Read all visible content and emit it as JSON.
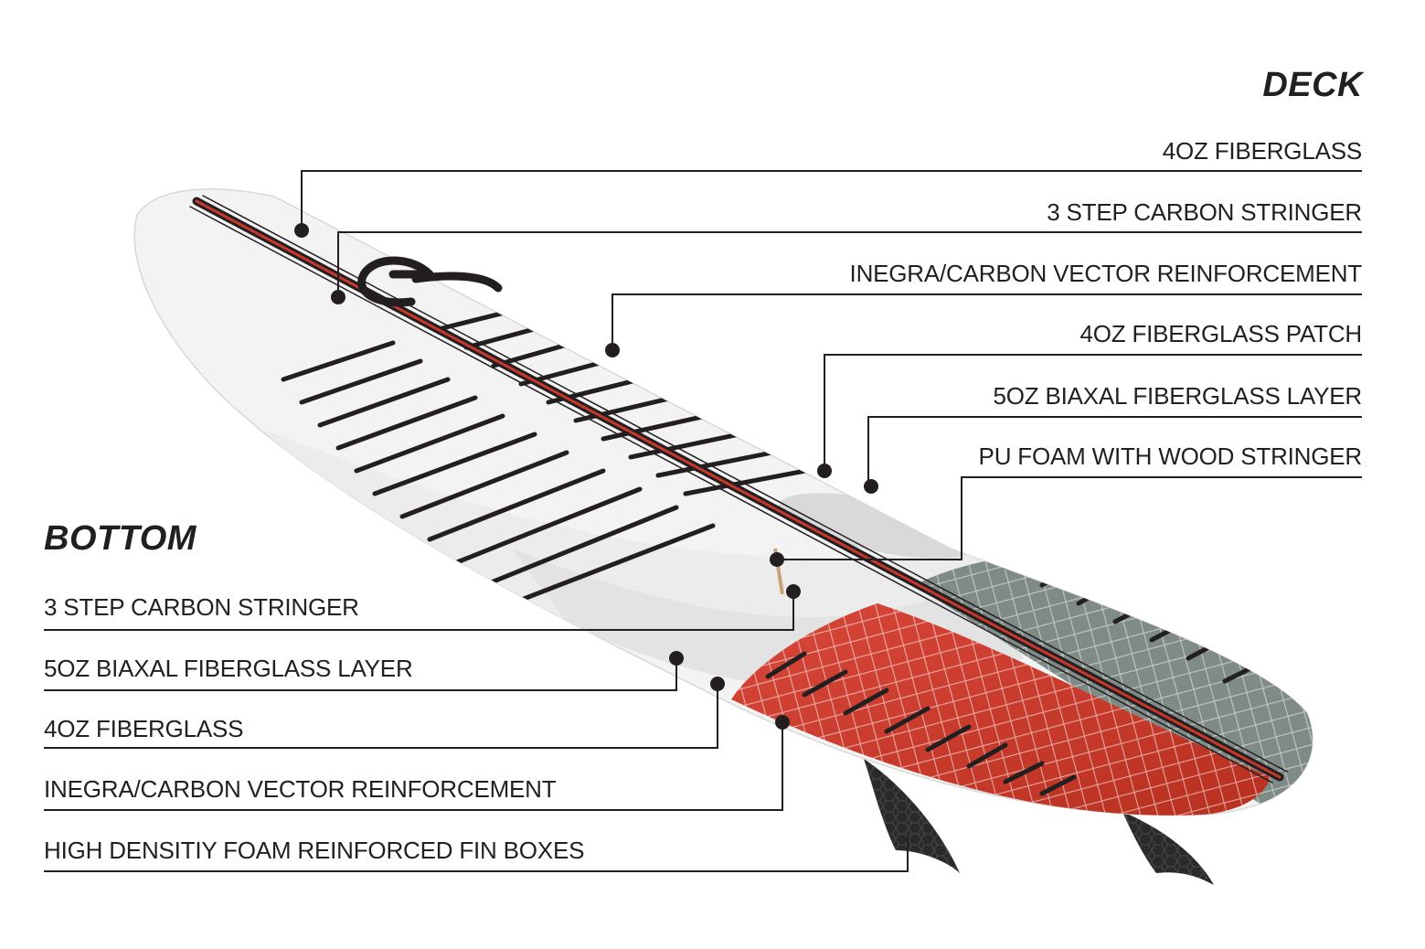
{
  "colors": {
    "accent_red": "#c8372b",
    "accent_gray": "#7f8b87",
    "leader_line": "#231f20",
    "board_white": "#f2f2f2"
  },
  "deck": {
    "heading": "DECK",
    "labels": [
      "4OZ FIBERGLASS",
      "3 STEP CARBON STRINGER",
      "INEGRA/CARBON VECTOR REINFORCEMENT",
      "4OZ FIBERGLASS PATCH",
      "5OZ BIAXAL FIBERGLASS LAYER",
      "PU FOAM WITH WOOD STRINGER"
    ]
  },
  "bottom": {
    "heading": "BOTTOM",
    "labels": [
      "3 STEP CARBON STRINGER",
      "5OZ BIAXAL FIBERGLASS LAYER",
      "4OZ FIBERGLASS",
      "INEGRA/CARBON VECTOR REINFORCEMENT",
      "HIGH DENSITIY FOAM REINFORCED FIN BOXES"
    ]
  },
  "icons": {
    "logo": "brand-logo-icon",
    "fin": "fin-icon"
  }
}
